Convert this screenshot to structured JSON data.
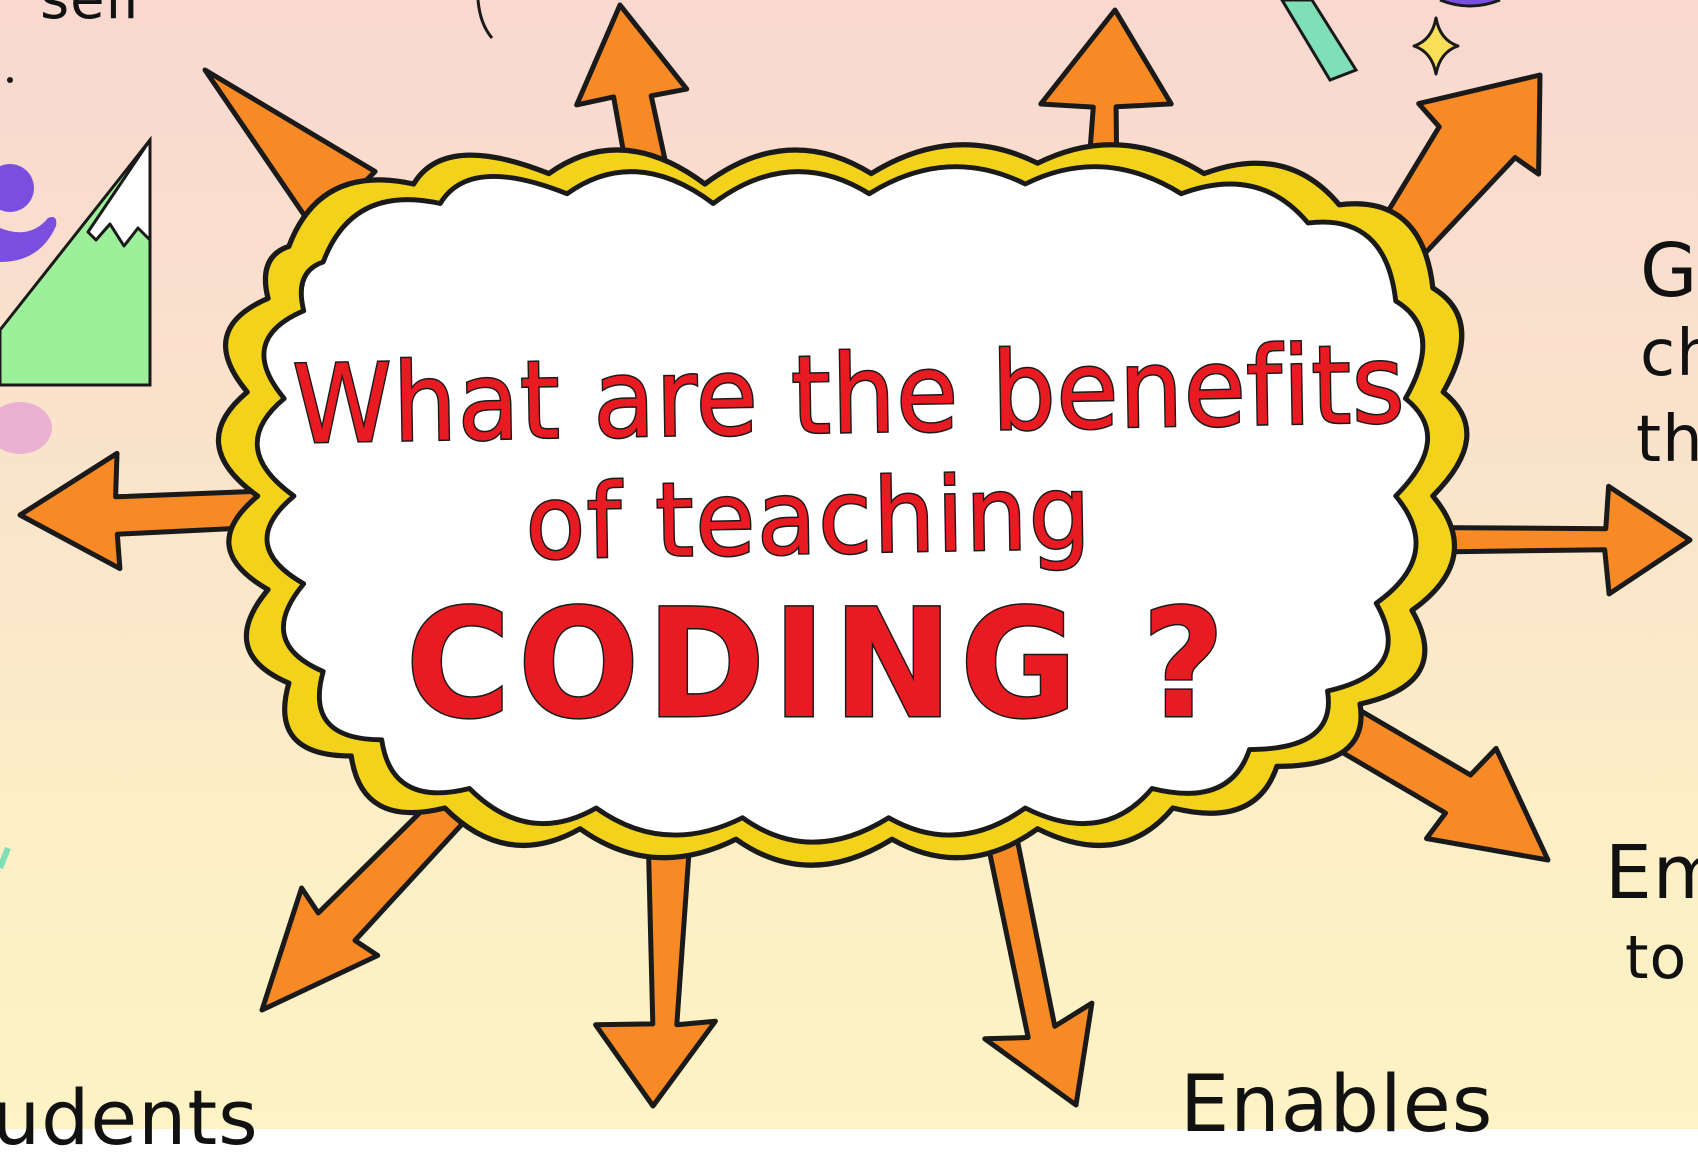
{
  "title": {
    "line1": "What are the benefits",
    "line2": "of teaching",
    "line3": "CODING ?"
  },
  "side_text": {
    "top_left": "self",
    "right_upper_1": "Gi",
    "right_upper_2": "ch",
    "right_upper_3": "th",
    "right_lower_1": "Em",
    "right_lower_2": "to",
    "bottom_left": "udents",
    "bottom_right": "Enables"
  },
  "colors": {
    "background_top": "#f8d8cf",
    "background_bottom": "#fdf3c4",
    "cloud_fill": "#ffffff",
    "cloud_border": "#f3d21c",
    "outline": "#1a1a1a",
    "title_red": "#e81b23",
    "arrow_orange": "#f78a24",
    "mountain_green": "#9cf09a",
    "person_purple": "#7a4fe0",
    "smudge_pink": "#e6a0d6",
    "star_yellow": "#f8df57",
    "teal": "#7fe0b8"
  }
}
